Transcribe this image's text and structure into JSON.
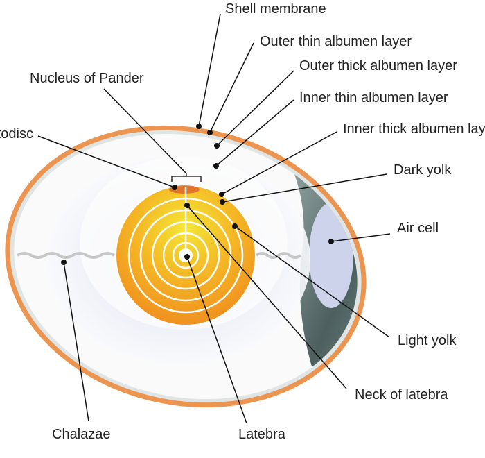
{
  "title": "Structure of an egg",
  "labels": {
    "shell_membrane": "Shell membrane",
    "outer_thin": "Outer thin albumen layer",
    "outer_thick": "Outer thick albumen layer",
    "inner_thin": "Inner thin albumen layer",
    "inner_thick": "Inner thick albumen layer",
    "dark_yolk": "Dark yolk",
    "air_cell": "Air cell",
    "light_yolk": "Light yolk",
    "neck_latebra": "Neck of latebra",
    "latebra": "Latebra",
    "chalazae": "Chalazae",
    "blastodisc": "Blastodisc",
    "nucleus_pander": "Nucleus of Pander"
  },
  "colors": {
    "shell": "#ec9550",
    "membrane": "#dfe4e4",
    "yolk": "#f4a620",
    "air_cell": "#cdd3ea",
    "dark_band": "#5f7674"
  }
}
